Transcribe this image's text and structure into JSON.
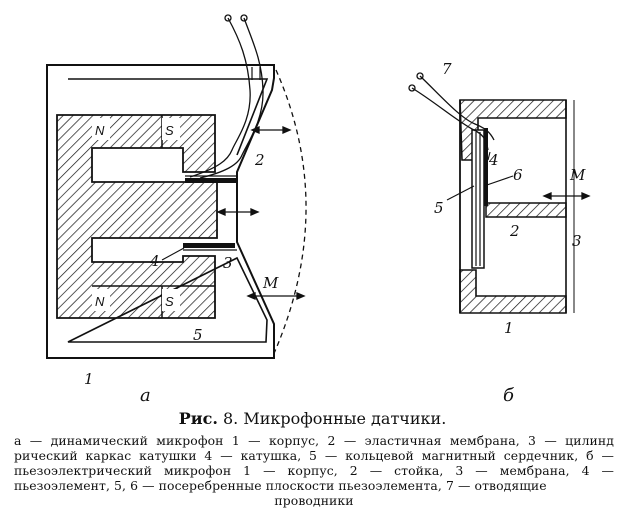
{
  "figure_a": {
    "sublabel": "а",
    "labels": {
      "body": "1",
      "membrane": "2",
      "cylinder": "3",
      "coil": "4",
      "magnet_core": "5",
      "direction": "М"
    },
    "pole_north": "N",
    "pole_south": "S"
  },
  "figure_b": {
    "sublabel": "б",
    "labels": {
      "body": "1",
      "post": "2",
      "membrane": "3",
      "piezo": "4",
      "surface_5": "5",
      "surface_6": "6",
      "leads": "7",
      "direction": "М"
    }
  },
  "caption": {
    "prefix": "Рис.",
    "number": "8.",
    "title": "Микрофонные датчики."
  },
  "legend": {
    "line1": "а — динамический микрофон 1 — корпус, 2 — эластичная мембрана, 3 — цилинд рический каркас катушки 4 — катушка, 5 — кольцевой магнитный сердечник, б — пьезоэлектрический микрофон 1 — корпус, 2 — стойка, 3 — мембрана, 4 — пьезоэлемент, 5, 6 — посеребренные плоскости пьезоэлемента, 7 — отводящие",
    "line2": "проводники"
  }
}
